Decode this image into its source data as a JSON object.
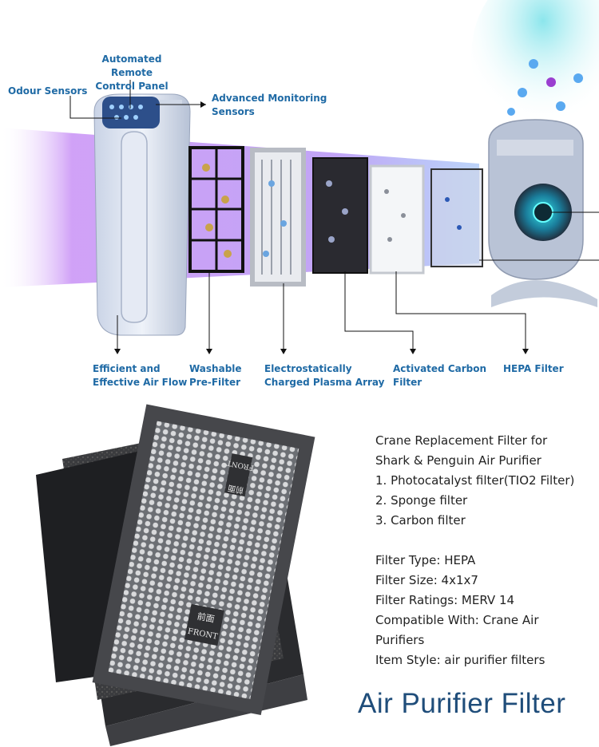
{
  "callouts": {
    "odour_sensors": "Odour Sensors",
    "remote_panel_line1": "Automated Remote",
    "remote_panel_line2": "Control Panel",
    "monitoring_line1": "Advanced Monitoring",
    "monitoring_line2": "Sensors",
    "airflow_line1": "Efficient and",
    "airflow_line2": "Effective Air Flow",
    "prefilter_line1": "Washable",
    "prefilter_line2": "Pre-Filter",
    "plasma_line1": "Electrostatically",
    "plasma_line2": "Charged Plasma Array",
    "carbon_line1": "Activated Carbon",
    "carbon_line2": "Filter",
    "hepa": "HEPA Filter"
  },
  "product": {
    "front_label_cn": "前面",
    "front_label_en": "FRONT"
  },
  "info": {
    "line1": "Crane Replacement Filter for",
    "line2": "Shark & Penguin Air Purifier",
    "item1": "1. Photocatalyst filter(TIO2 Filter)",
    "item2": "2. Sponge filter",
    "item3": "3. Carbon filter",
    "filter_type": "Filter Type: HEPA",
    "filter_size": "Filter Size: 4x1x7",
    "filter_ratings": "Filter Ratings: MERV 14",
    "compatible_line1": "Compatible With: Crane Air",
    "compatible_line2": "Purifiers",
    "item_style": "Item Style: air purifier filters"
  },
  "headline": "Air Purifier Filter",
  "colors": {
    "callout_blue": "#1f6aa5",
    "headline_blue": "#1f4d7a",
    "purple_glow": "#b57cf0"
  }
}
